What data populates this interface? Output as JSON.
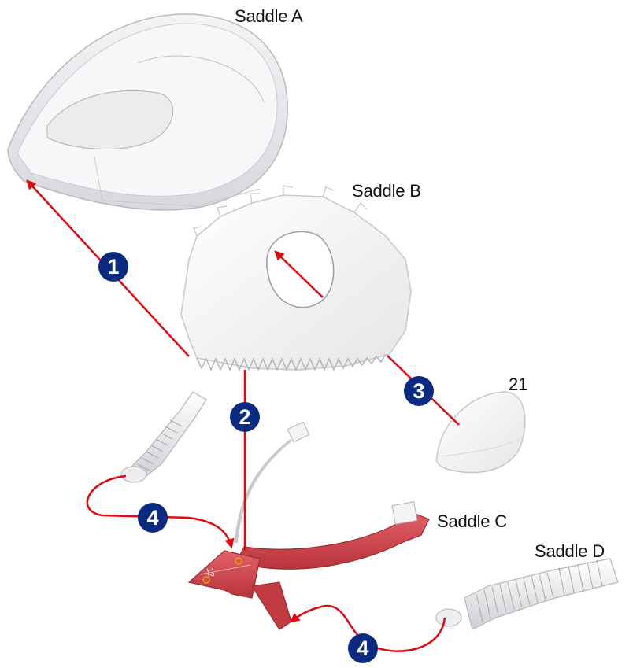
{
  "labels": {
    "saddle_a": "Saddle A",
    "saddle_b": "Saddle B",
    "saddle_c": "Saddle C",
    "saddle_d": "Saddle D",
    "part_21": "21"
  },
  "steps": {
    "step1": "1",
    "step2": "2",
    "step3": "3",
    "step4a": "4",
    "step4b": "4"
  },
  "part_c_marking": "12",
  "colors": {
    "arrow": "#e3070f",
    "badge": "#0b2a82",
    "saddle_c": "#d9434b",
    "paper": "#f2f2f4"
  }
}
